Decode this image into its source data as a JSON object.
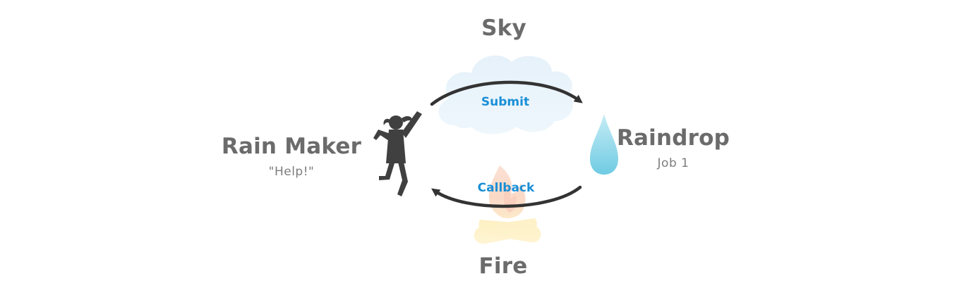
{
  "nodes": {
    "sky": {
      "label": "Sky"
    },
    "fire": {
      "label": "Fire"
    },
    "rain_maker": {
      "label": "Rain Maker",
      "caption": "\"Help!\""
    },
    "raindrop": {
      "label": "Raindrop",
      "caption": "Job 1"
    }
  },
  "edges": {
    "submit": {
      "label": "Submit"
    },
    "callback": {
      "label": "Callback"
    }
  },
  "icons": {
    "cloud": "cloud-icon",
    "fire": "campfire-icon",
    "person": "person-jumping-icon",
    "drop": "raindrop-icon"
  },
  "colors": {
    "text": "#6b6b6b",
    "accent": "#1a8fd6",
    "arrow": "#333333",
    "cloud": "#dcecf8",
    "drop": "#7fd0e6"
  }
}
